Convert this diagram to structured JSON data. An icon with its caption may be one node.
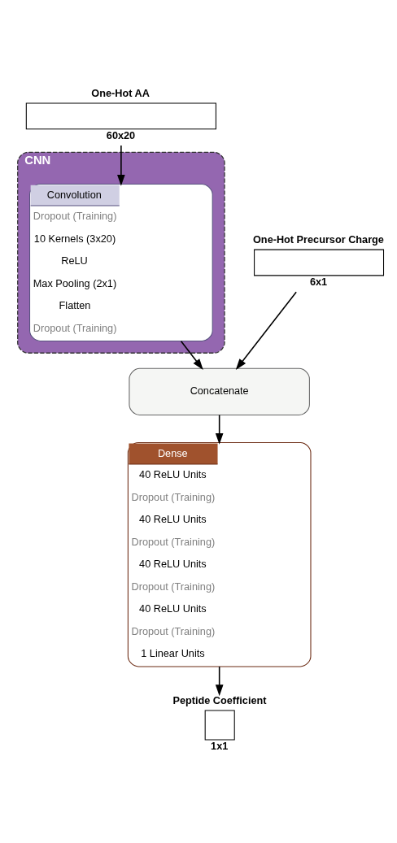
{
  "diagram": {
    "nodes": [
      {
        "text": [
          "One-Hot AA"
        ],
        "beside": [
          "60x20"
        ]
      },
      {
        "text": [
          "CNN"
        ]
      },
      {
        "text": [
          "Convolution",
          "Dropout (Training)",
          "10 Kernels (3x20)",
          "ReLU",
          "Max Pooling (2x1)",
          "Flatten",
          "Dropout (Training)"
        ],
        "in": 1
      },
      {
        "text": [
          "One-Hot Precursor Charge"
        ],
        "beside": [
          "6x1"
        ]
      },
      {
        "text": [
          "Concatenate"
        ]
      },
      {
        "text": [
          "Dense",
          "40 ReLU Units",
          "Dropout (Training)",
          "40 ReLU Units",
          "Dropout (Training)",
          "40 ReLU Units",
          "Dropout (Training)",
          "40 ReLU Units",
          "Dropout (Training)",
          "1 Linear Units"
        ]
      },
      {
        "text": [
          "Peptide Coefficient"
        ],
        "beside": [
          "1x1"
        ]
      }
    ],
    "edges": [
      {
        "from": 0,
        "to": 2,
        "arrow": "to"
      },
      {
        "from": 2,
        "to": 4,
        "arrow": "to"
      },
      {
        "from": 3,
        "to": 4,
        "arrow": "to"
      },
      {
        "from": 4,
        "to": 5,
        "arrow": "to"
      },
      {
        "from": 5,
        "to": 6,
        "arrow": "to"
      }
    ]
  }
}
